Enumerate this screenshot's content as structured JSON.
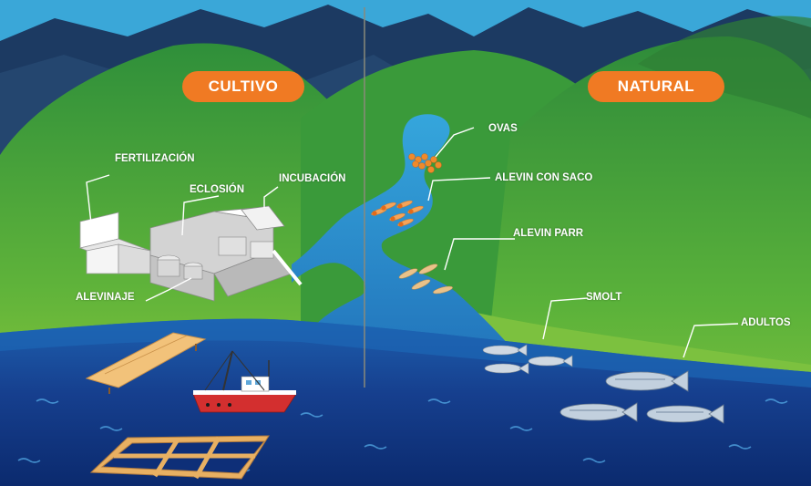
{
  "sections": {
    "cultivo": "CULTIVO",
    "natural": "NATURAL"
  },
  "cultivo_labels": {
    "fertilizacion": "FERTILIZACIÓN",
    "eclosion": "ECLOSIÓN",
    "incubacion": "INCUBACIÓN",
    "alevinaje": "ALEVINAJE"
  },
  "natural_labels": {
    "ovas": "OVAS",
    "alevin_con_saco": "ALEVIN CON SACO",
    "alevin_parr": "ALEVIN PARR",
    "smolt": "SMOLT",
    "adultos": "ADULTOS"
  },
  "colors": {
    "sky": "#3aa7d8",
    "mountain_dark": "#1c3a62",
    "hill_green": "#3f9a35",
    "lime_green": "#8cc63f",
    "river": "#2a7fc0",
    "sea_deep": "#0e2f78",
    "accent_orange": "#f07a23",
    "boat_red": "#d32f2f",
    "dock_wood": "#f2c27a"
  }
}
